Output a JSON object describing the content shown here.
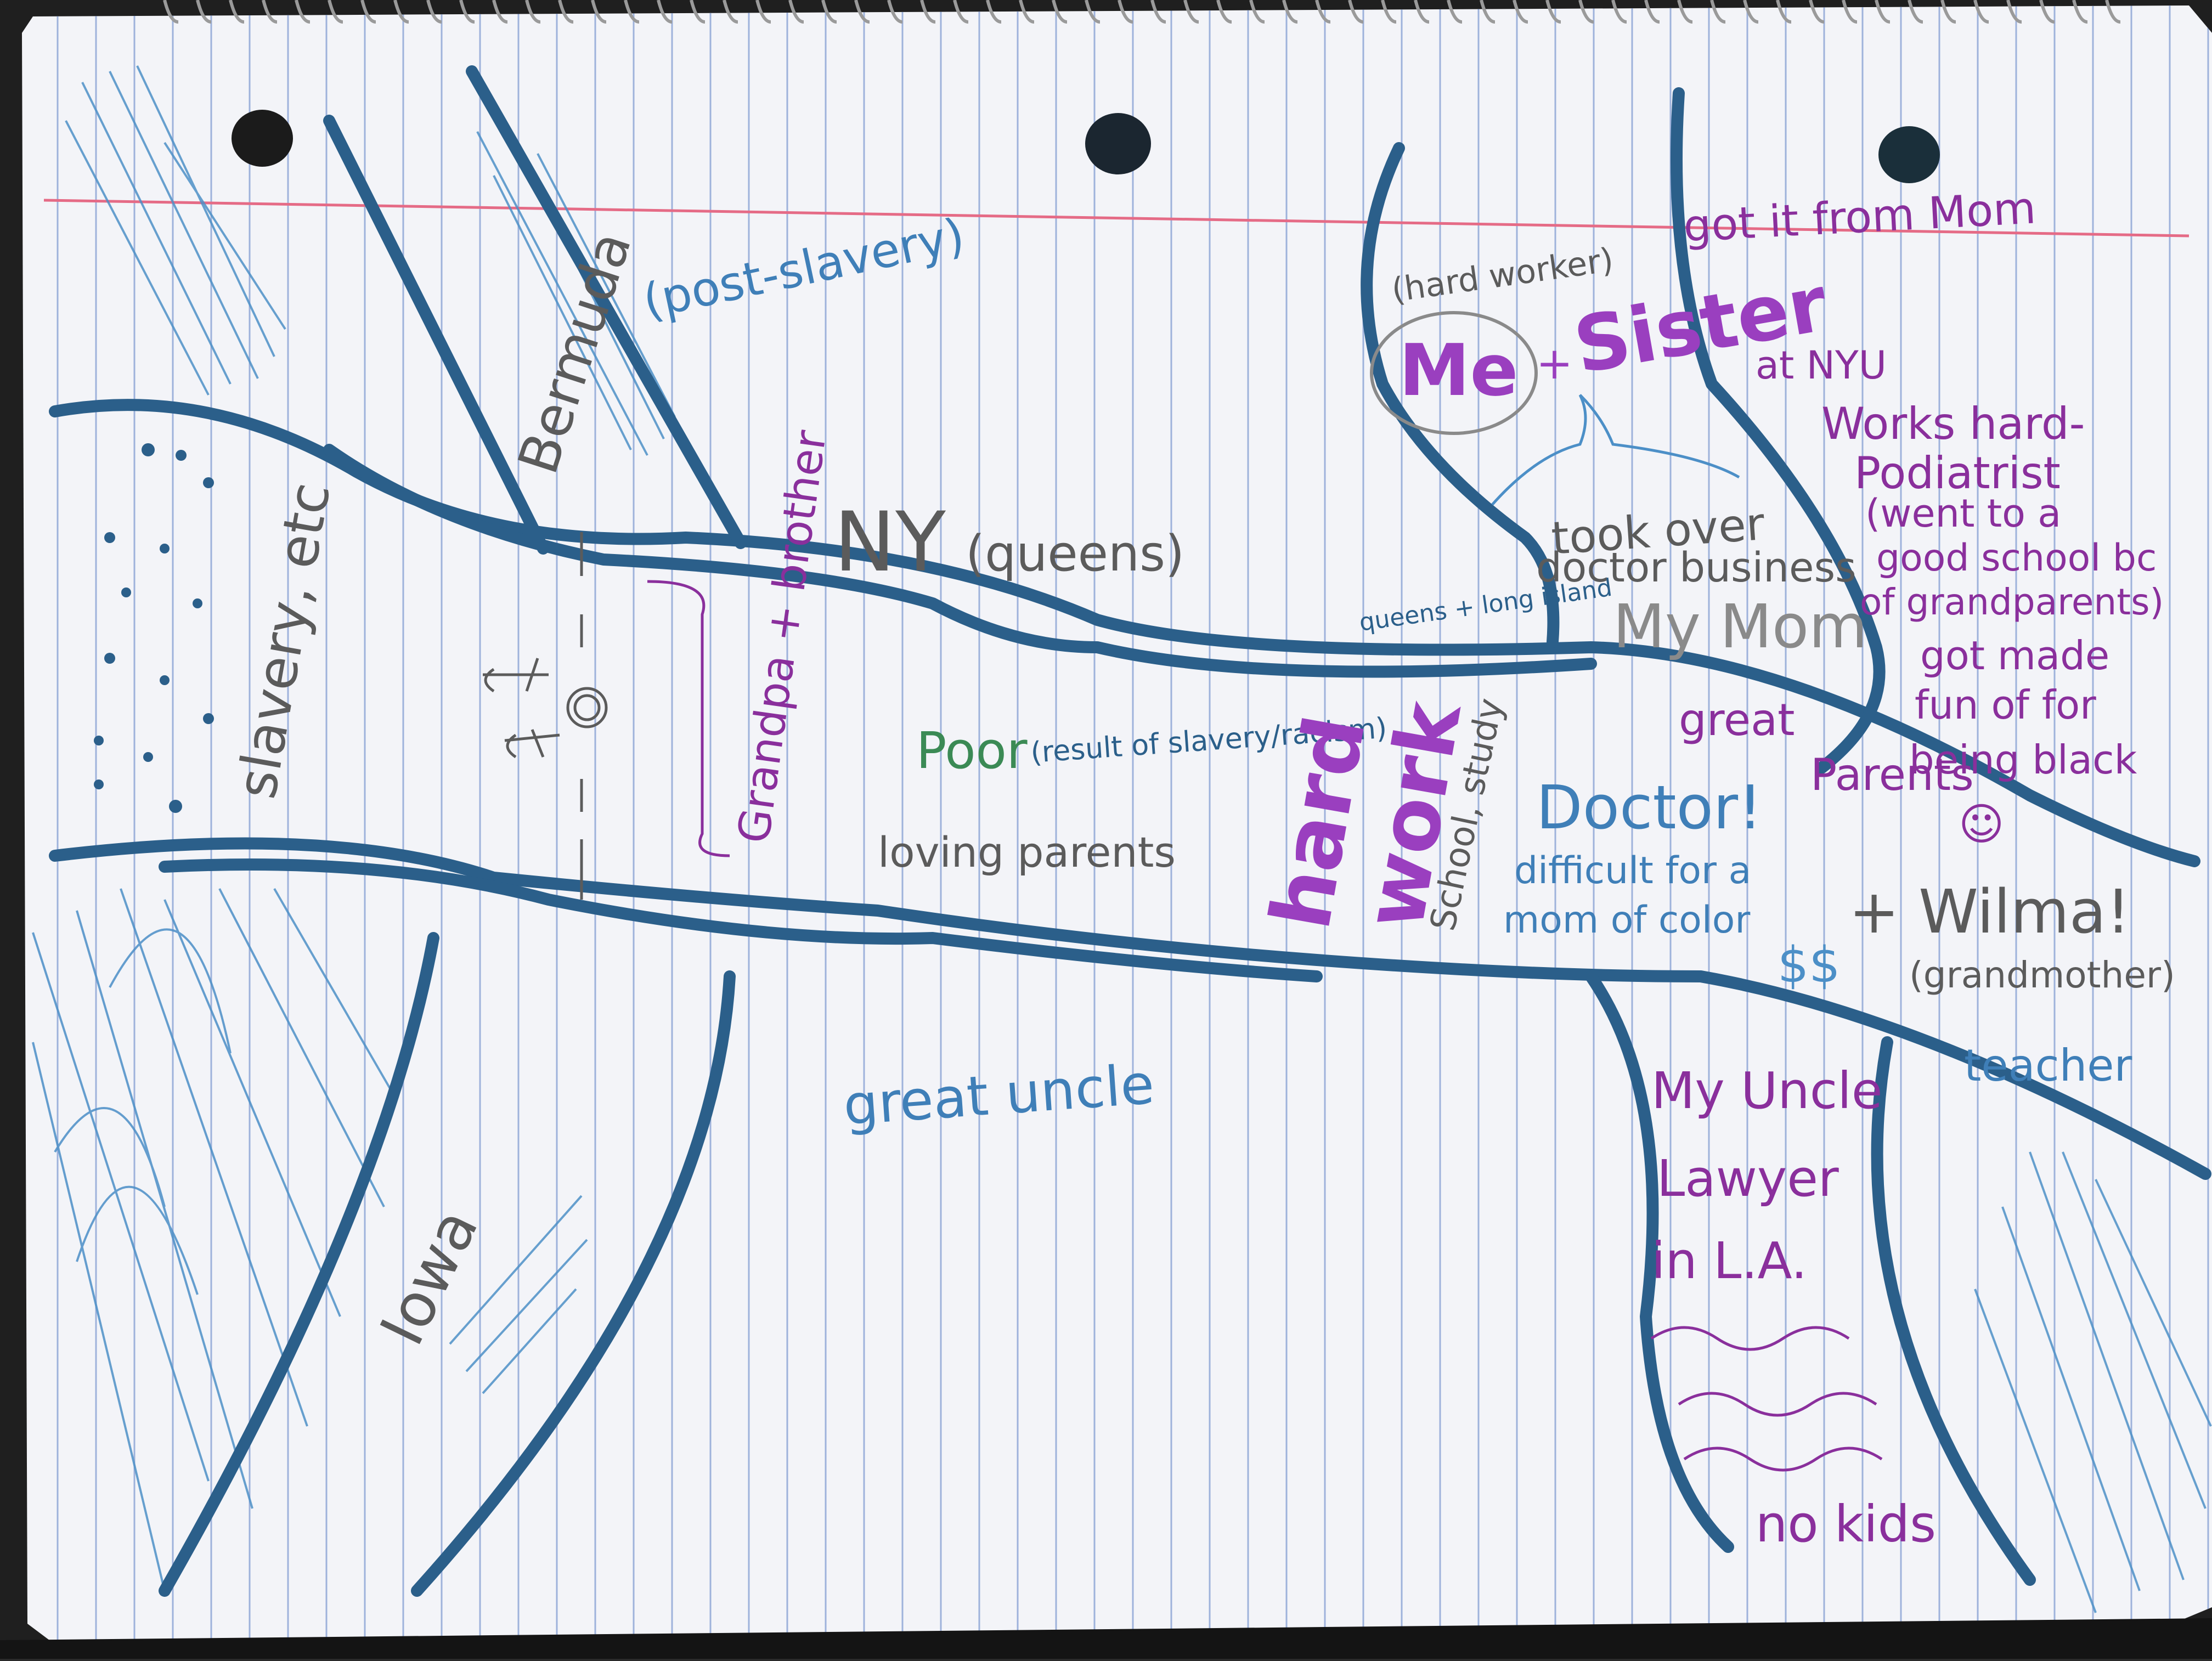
{
  "colors": {
    "paper": "#f3f4f8",
    "rule_line": "#8fa6d6",
    "margin_line": "#e56b86",
    "river": "#2b5f8a",
    "hatch": "#4c8fc7",
    "ink_blue": "#3f7fb8",
    "ink_purple": "#8a2f9c",
    "ink_gray": "#5b5b5b",
    "ink_green": "#3b8a55",
    "ink_violet_bold": "#9a3fbf"
  },
  "labels": {
    "bermuda": "Bermuda",
    "post_slavery": "(post-slavery)",
    "slavery_etc": "slavery, etc",
    "ny": "NY",
    "queens": "(queens)",
    "grandpa_brother": "Grandpa + brother",
    "poor": "Poor",
    "poor_note": "(result of slavery/racism)",
    "loving_parents": "loving parents",
    "great_uncle": "great uncle",
    "iowa": "Iowa",
    "hard": "hard",
    "work": "work",
    "school_study": "School, study",
    "queens_long_island": "queens + long island",
    "doctor": "Doctor!",
    "difficult": "difficult for a",
    "mom_of_color": "mom of color",
    "hard_worker": "(hard worker)",
    "got_it_from_mom": "got it from Mom",
    "me": "Me",
    "plus": "+",
    "sister": "Sister",
    "at_nyu": "at NYU",
    "works_hard": "Works hard-",
    "podiatrist": "Podiatrist",
    "went_to": "(went to a",
    "good_school": "good school bc",
    "of_grandparents": "of grandparents)",
    "took_over": "took over",
    "doctor_business": "doctor business",
    "my_mom": "My Mom",
    "got_made": "got made",
    "fun_of_for": "fun of for",
    "being_black": "being black",
    "great": "great",
    "parents": "Parents",
    "smiley": "☺",
    "plus_wilma": "+ Wilma!",
    "grandmother": "(grandmother)",
    "teacher": "teacher",
    "money": "$$",
    "my_uncle": "My Uncle",
    "lawyer": "Lawyer",
    "in_la": "in L.A.",
    "no_kids": "no kids"
  }
}
